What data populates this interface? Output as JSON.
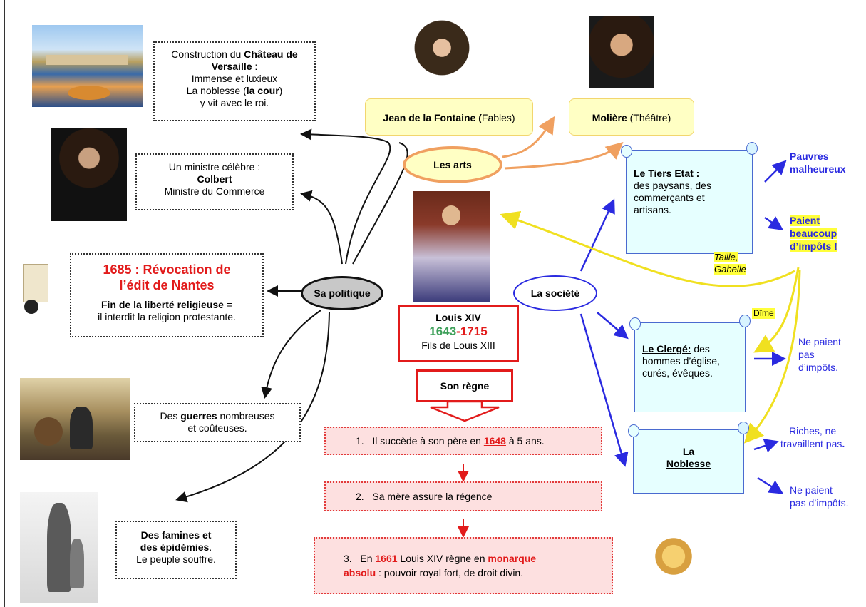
{
  "versailles": {
    "pre": "Construction du ",
    "bold": "Château de Versaille",
    "post": " :",
    "line2": "Immense et luxieux",
    "line3a": "La noblesse (",
    "line3b": "la cour",
    "line3c": ")",
    "line4": "y vit avec le roi."
  },
  "colbert": {
    "line1": "Un ministre célèbre :",
    "name": "Colbert",
    "line3": "Ministre du Commerce"
  },
  "nantes": {
    "title1": "1685 : Révocation de",
    "title2": "l’édit de Nantes",
    "bold": "Fin de la liberté religieuse",
    "post": " =",
    "line3": "il interdit la religion protestante."
  },
  "guerres": {
    "pre": "Des ",
    "bold": "guerres",
    "post": " nombreuses",
    "line2": "et coûteuses."
  },
  "famines": {
    "line1": "Des famines et",
    "line2": "des épidémies",
    "dot": ".",
    "line3": "Le peuple souffre."
  },
  "politique": "Sa politique",
  "arts": "Les arts",
  "societe": "La société",
  "fontaine": {
    "bold": "Jean de la Fontaine (",
    "post": "Fables)"
  },
  "moliere": {
    "bold": "Molière",
    "post": "  (Théâtre)"
  },
  "louis": {
    "name": "Louis XIV",
    "start": "1643",
    "dash": "-",
    "end": "1715",
    "sub": "Fils de Louis XIII"
  },
  "regne": "Son règne",
  "steps": [
    {
      "num": "1.",
      "pre": "Il succède à son père en ",
      "year": "1648",
      "post": " à 5 ans."
    },
    {
      "num": "2.",
      "text": "Sa mère assure la régence"
    },
    {
      "num": "3.",
      "pre": "En ",
      "year": "1661",
      "mid": " Louis XIV règne en ",
      "red": "monarque",
      "red2": "absolu",
      "post": " : pouvoir royal fort, de droit divin."
    }
  ],
  "tiers": {
    "title": "Le Tiers Etat :",
    "text1": "des paysans, des",
    "text2": "commerçants et",
    "text3": "artisans."
  },
  "clerge": {
    "title": "Le Clergé:",
    "text1": " des",
    "text2": "hommes d’église,",
    "text3": "curés, évêques."
  },
  "noblesse": {
    "title1": "La",
    "title2": "Noblesse"
  },
  "right": {
    "pauvres1": "Pauvres",
    "pauvres2": "malheureux",
    "paient1": "Paient",
    "paient2": "beaucoup",
    "paient3": "d’impôts !",
    "taille1": "Taille,",
    "taille2": "Gabelle",
    "dime": "Dîme",
    "nepaient1": "Ne paient",
    "nepaient2": "pas",
    "nepaient3": "d’impôts.",
    "riches1": "Riches, ne",
    "riches2": "travaillent pas",
    "riches3": ".",
    "nepaient4": "Ne paient",
    "nepaient5": "pas d’impôts."
  }
}
